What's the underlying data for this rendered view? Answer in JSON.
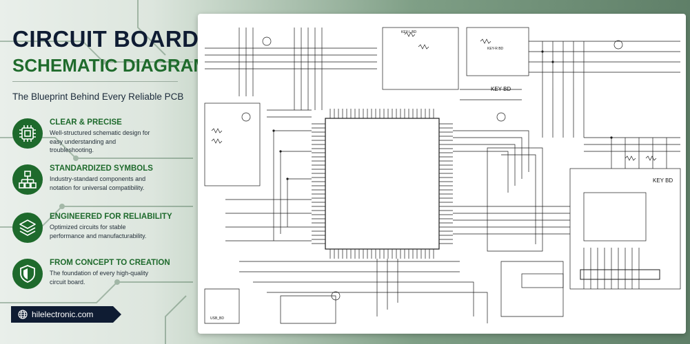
{
  "header": {
    "title_line1": "CIRCUIT BOARD",
    "title_line2": "SCHEMATIC DIAGRAM",
    "subtitle": "The Blueprint Behind Every Reliable PCB"
  },
  "features": [
    {
      "title": "CLEAR & PRECISE",
      "description": "Well-structured schematic design for easy understanding and troubleshooting.",
      "icon": "chip-icon"
    },
    {
      "title": "STANDARDIZED SYMBOLS",
      "description": "Industry-standard components and notation for universal compatibility.",
      "icon": "network-icon"
    },
    {
      "title": "ENGINEERED FOR RELIABILITY",
      "description": "Optimized circuits for stable performance and manufacturability.",
      "icon": "layers-icon"
    },
    {
      "title": "FROM CONCEPT TO CREATION",
      "description": "The foundation of every high-quality circuit board.",
      "icon": "shield-icon"
    }
  ],
  "footer": {
    "url": "hilelectronic.com",
    "icon": "globe-icon"
  },
  "schematic": {
    "labels": {
      "key_bd_1": "KEY BD",
      "key_bd_2": "KEY BD",
      "key_l_bd": "KEY-L BD",
      "key_r_bd": "KEY-R BD",
      "usb_bd": "USB_BD"
    }
  },
  "colors": {
    "navy": "#0f1c33",
    "green": "#1e6a2c",
    "line": "#1a1a1a"
  }
}
